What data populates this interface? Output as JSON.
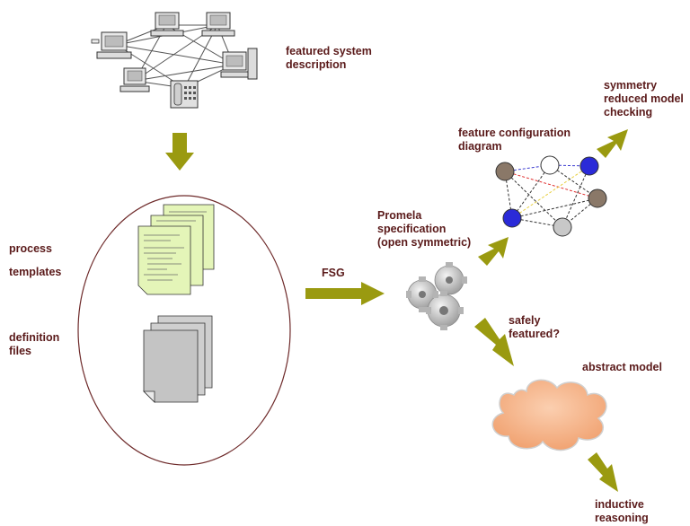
{
  "labels": {
    "featured_system": "featured system\ndescription",
    "symmetry": "symmetry\nreduced model\nchecking",
    "feature_config": "feature configuration\ndiagram",
    "promela": "Promela\nspecification\n(open symmetric)",
    "process": "process",
    "templates": "templates",
    "fsg": "FSG",
    "definition": "definition\nfiles",
    "safely": "safely\nfeatured?",
    "abstract": "abstract model",
    "inductive": "inductive\nreasoning"
  },
  "colors": {
    "text": "#5a1a1a",
    "arrow": "#9a9a10",
    "ellipse": "#6e2a2a",
    "doc_green": "#e4f5b8",
    "doc_gray": "#c8c8c8",
    "cloud": "#f5b48a",
    "node_blue": "#2a2ad8",
    "node_brown": "#8a7868",
    "node_gray": "#c8c8c8",
    "node_white": "#ffffff"
  },
  "icons": {
    "network": "computer-network-icon",
    "documents": "source-document-icon",
    "files": "definition-file-icon",
    "gears": "gears-icon",
    "cloud": "cloud-icon",
    "phone": "telephone-icon"
  }
}
